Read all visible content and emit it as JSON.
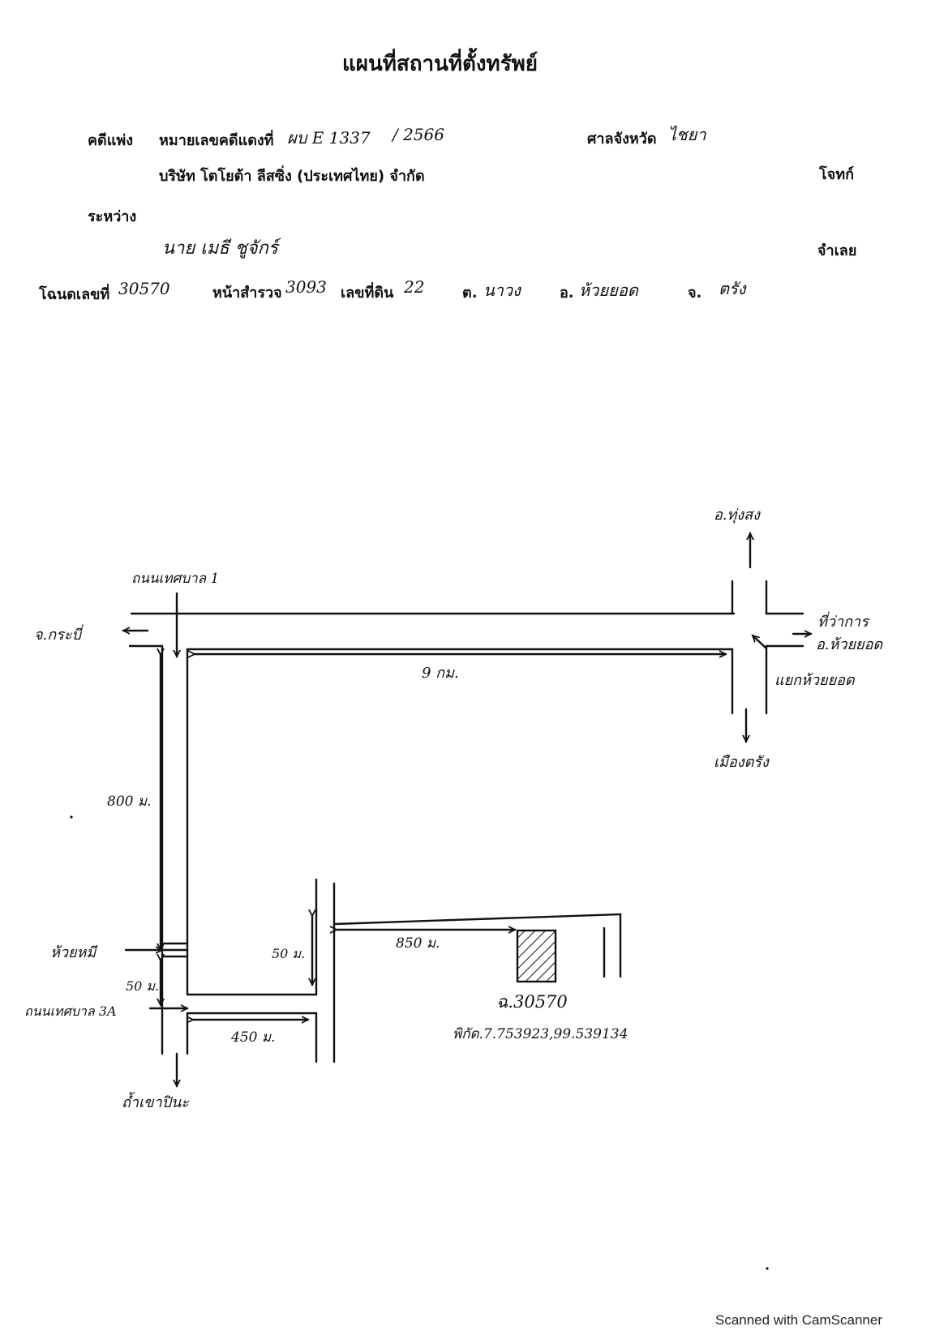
{
  "document": {
    "title": "แผนที่สถานที่ตั้งทรัพย์",
    "case_type_label": "คดีแพ่ง",
    "red_case_label": "หมายเลขคดีแดงที่",
    "red_case_number": "ผบ E 1337",
    "case_year": "/ 2566",
    "court_label": "ศาลจังหวัด",
    "court_name": "ไชยา",
    "plaintiff_name": "บริษัท โตโยต้า ลีสซิ่ง (ประเทศไทย) จำกัด",
    "plaintiff_label": "โจทก์",
    "between_label": "ระหว่าง",
    "defendant_name": "นาย เมธี ชูจักร์",
    "defendant_label": "จำเลย",
    "deed_label": "โฉนดเลขที่",
    "deed_number": "30570",
    "survey_label": "หน้าสำรวจ",
    "survey_number": "3093",
    "land_no_label": "เลขที่ดิน",
    "land_no": "22",
    "subdistrict_label": "ต.",
    "subdistrict": "นาวง",
    "district_label": "อ.",
    "district": "ห้วยยอด",
    "province_label": "จ.",
    "province": "ตรัง"
  },
  "map": {
    "to_thung_song": "อ.ทุ่งสง",
    "road_tessaban_1": "ถนนเทศบาล 1",
    "to_krabi": "จ.กระบี่",
    "to_district_office": "ที่ว่าการ",
    "to_district_office_2": "อ.ห้วยยอด",
    "huai_yot_junction": "แยกห้วยยอด",
    "dist_9km": "9 กม.",
    "to_mueang_trang": "เมืองตรัง",
    "dist_800m": "800 ม.",
    "canal_huai_mi": "ห้วยหมี",
    "dist_50m_left": "50 ม.",
    "dist_50m_vertical": "50 ม.",
    "road_tessaban_3a": "ถนนเทศบาล 3A",
    "dist_450m": "450 ม.",
    "dist_850m": "850 ม.",
    "to_tham_khao_pina": "ถ้ำเขาปินะ",
    "parcel_label": "ฉ.30570",
    "coordinates": "พิกัด.7.753923,99.539134"
  },
  "footer": {
    "scanner_text": "Scanned with CamScanner"
  }
}
